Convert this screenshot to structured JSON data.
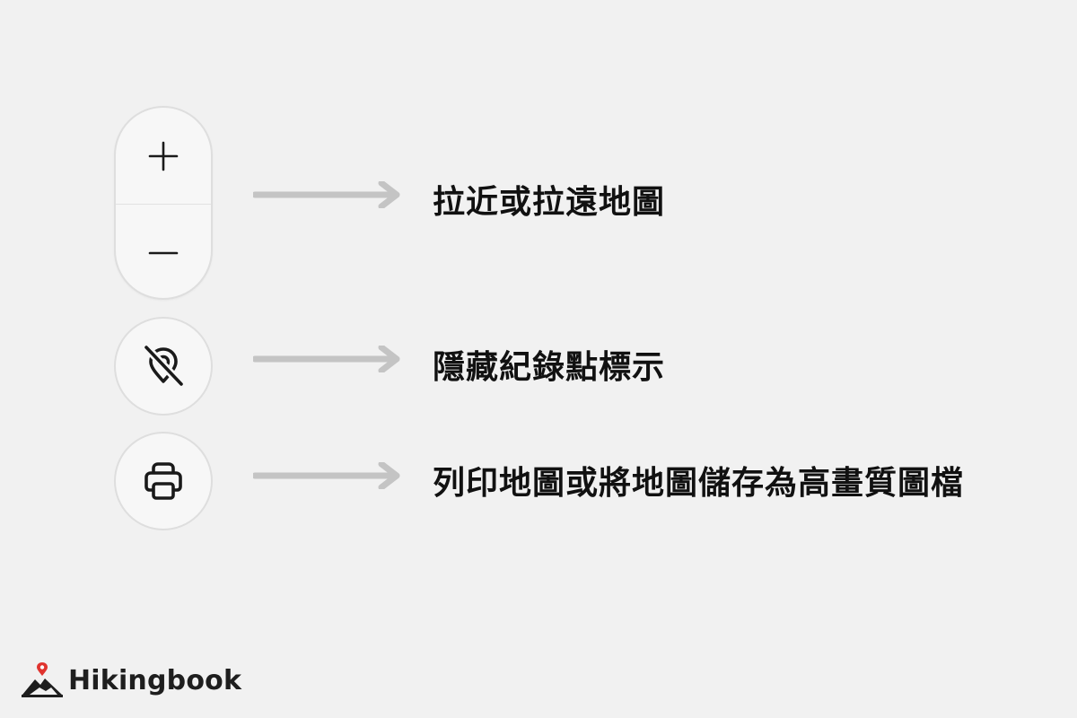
{
  "controls": {
    "zoom_in_icon": "plus-icon",
    "zoom_out_icon": "minus-icon",
    "hide_markers_icon": "location-off-icon",
    "print_icon": "printer-icon"
  },
  "labels": {
    "zoom": "拉近或拉遠地圖",
    "hide_markers": "隱藏紀錄點標示",
    "print": "列印地圖或將地圖儲存為高畫質圖檔"
  },
  "colors": {
    "background": "#f1f1f1",
    "button_fill": "#f7f7f7",
    "button_border": "#dedede",
    "arrow": "#c4c4c4",
    "text": "#111111",
    "brand_red": "#e0342f"
  },
  "brand": {
    "name": "Hikingbook"
  }
}
